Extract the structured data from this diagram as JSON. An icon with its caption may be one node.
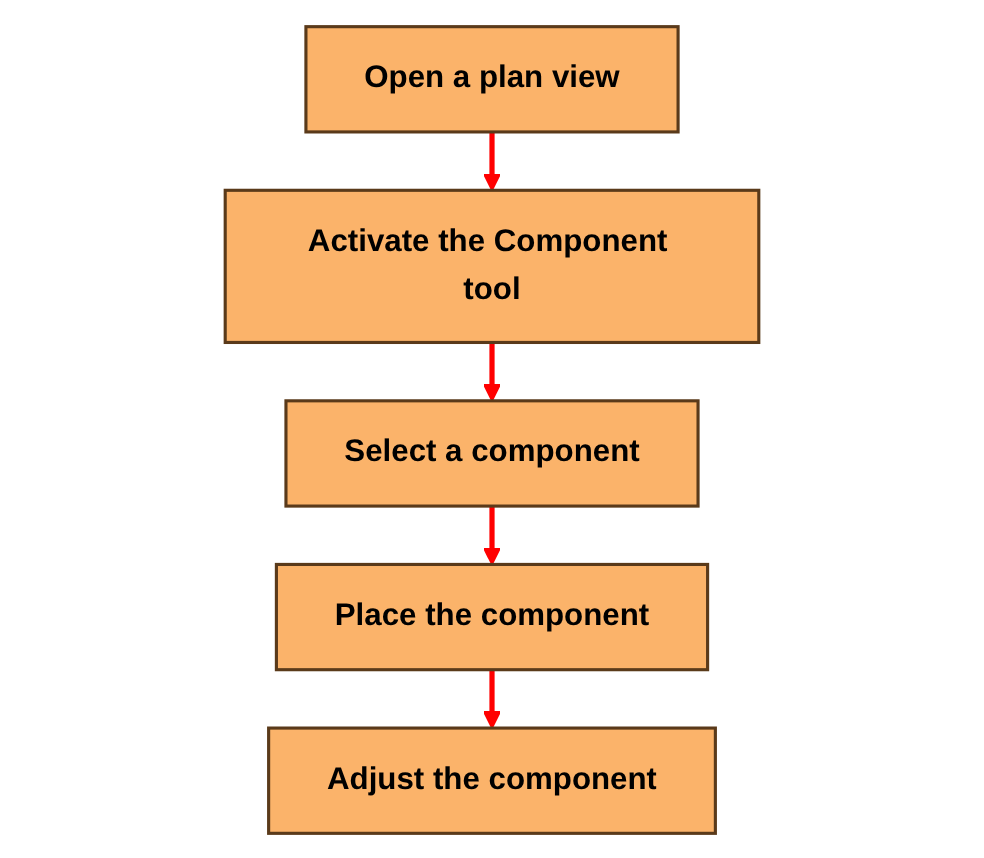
{
  "diagram": {
    "nodes": [
      {
        "text": [
          "Open a plan view"
        ]
      },
      {
        "text": [
          "Activate the Component tool"
        ]
      },
      {
        "text": [
          "Select a component"
        ]
      },
      {
        "text": [
          "Place the component"
        ]
      },
      {
        "text": [
          "Adjust the component"
        ]
      }
    ],
    "edges": [
      {
        "from": 0,
        "to": 1,
        "arrow": "to"
      },
      {
        "from": 1,
        "to": 2,
        "arrow": "to"
      },
      {
        "from": 2,
        "to": 3,
        "arrow": "to"
      },
      {
        "from": 3,
        "to": 4,
        "arrow": "to"
      }
    ]
  }
}
